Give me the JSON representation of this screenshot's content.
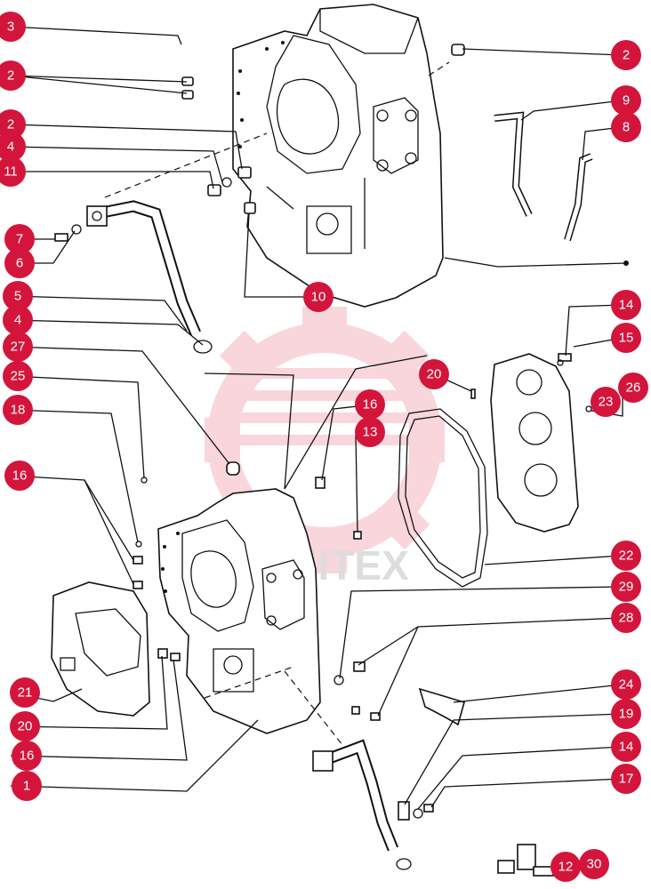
{
  "watermark": {
    "text": "AMITEX",
    "color": "#f3b6bf"
  },
  "accent_color": "#d4153b",
  "callouts": [
    {
      "id": "c-3",
      "label": "3"
    },
    {
      "id": "c-2a",
      "label": "2"
    },
    {
      "id": "c-2b",
      "label": "2"
    },
    {
      "id": "c-2c",
      "label": "2"
    },
    {
      "id": "c-4a",
      "label": "4"
    },
    {
      "id": "c-11",
      "label": "11"
    },
    {
      "id": "c-7",
      "label": "7"
    },
    {
      "id": "c-6",
      "label": "6"
    },
    {
      "id": "c-5",
      "label": "5"
    },
    {
      "id": "c-4b",
      "label": "4"
    },
    {
      "id": "c-27",
      "label": "27"
    },
    {
      "id": "c-25",
      "label": "25"
    },
    {
      "id": "c-18",
      "label": "18"
    },
    {
      "id": "c-16a",
      "label": "16"
    },
    {
      "id": "c-21",
      "label": "21"
    },
    {
      "id": "c-20a",
      "label": "20"
    },
    {
      "id": "c-16b",
      "label": "16"
    },
    {
      "id": "c-1",
      "label": "1"
    },
    {
      "id": "c-9",
      "label": "9"
    },
    {
      "id": "c-8",
      "label": "8"
    },
    {
      "id": "c-10",
      "label": "10"
    },
    {
      "id": "c-14a",
      "label": "14"
    },
    {
      "id": "c-15",
      "label": "15"
    },
    {
      "id": "c-20b",
      "label": "20"
    },
    {
      "id": "c-26",
      "label": "26"
    },
    {
      "id": "c-23",
      "label": "23"
    },
    {
      "id": "c-16c",
      "label": "16"
    },
    {
      "id": "c-13",
      "label": "13"
    },
    {
      "id": "c-22",
      "label": "22"
    },
    {
      "id": "c-29",
      "label": "29"
    },
    {
      "id": "c-28",
      "label": "28"
    },
    {
      "id": "c-24",
      "label": "24"
    },
    {
      "id": "c-19",
      "label": "19"
    },
    {
      "id": "c-14b",
      "label": "14"
    },
    {
      "id": "c-17",
      "label": "17"
    },
    {
      "id": "c-12",
      "label": "12"
    },
    {
      "id": "c-30",
      "label": "30"
    }
  ]
}
